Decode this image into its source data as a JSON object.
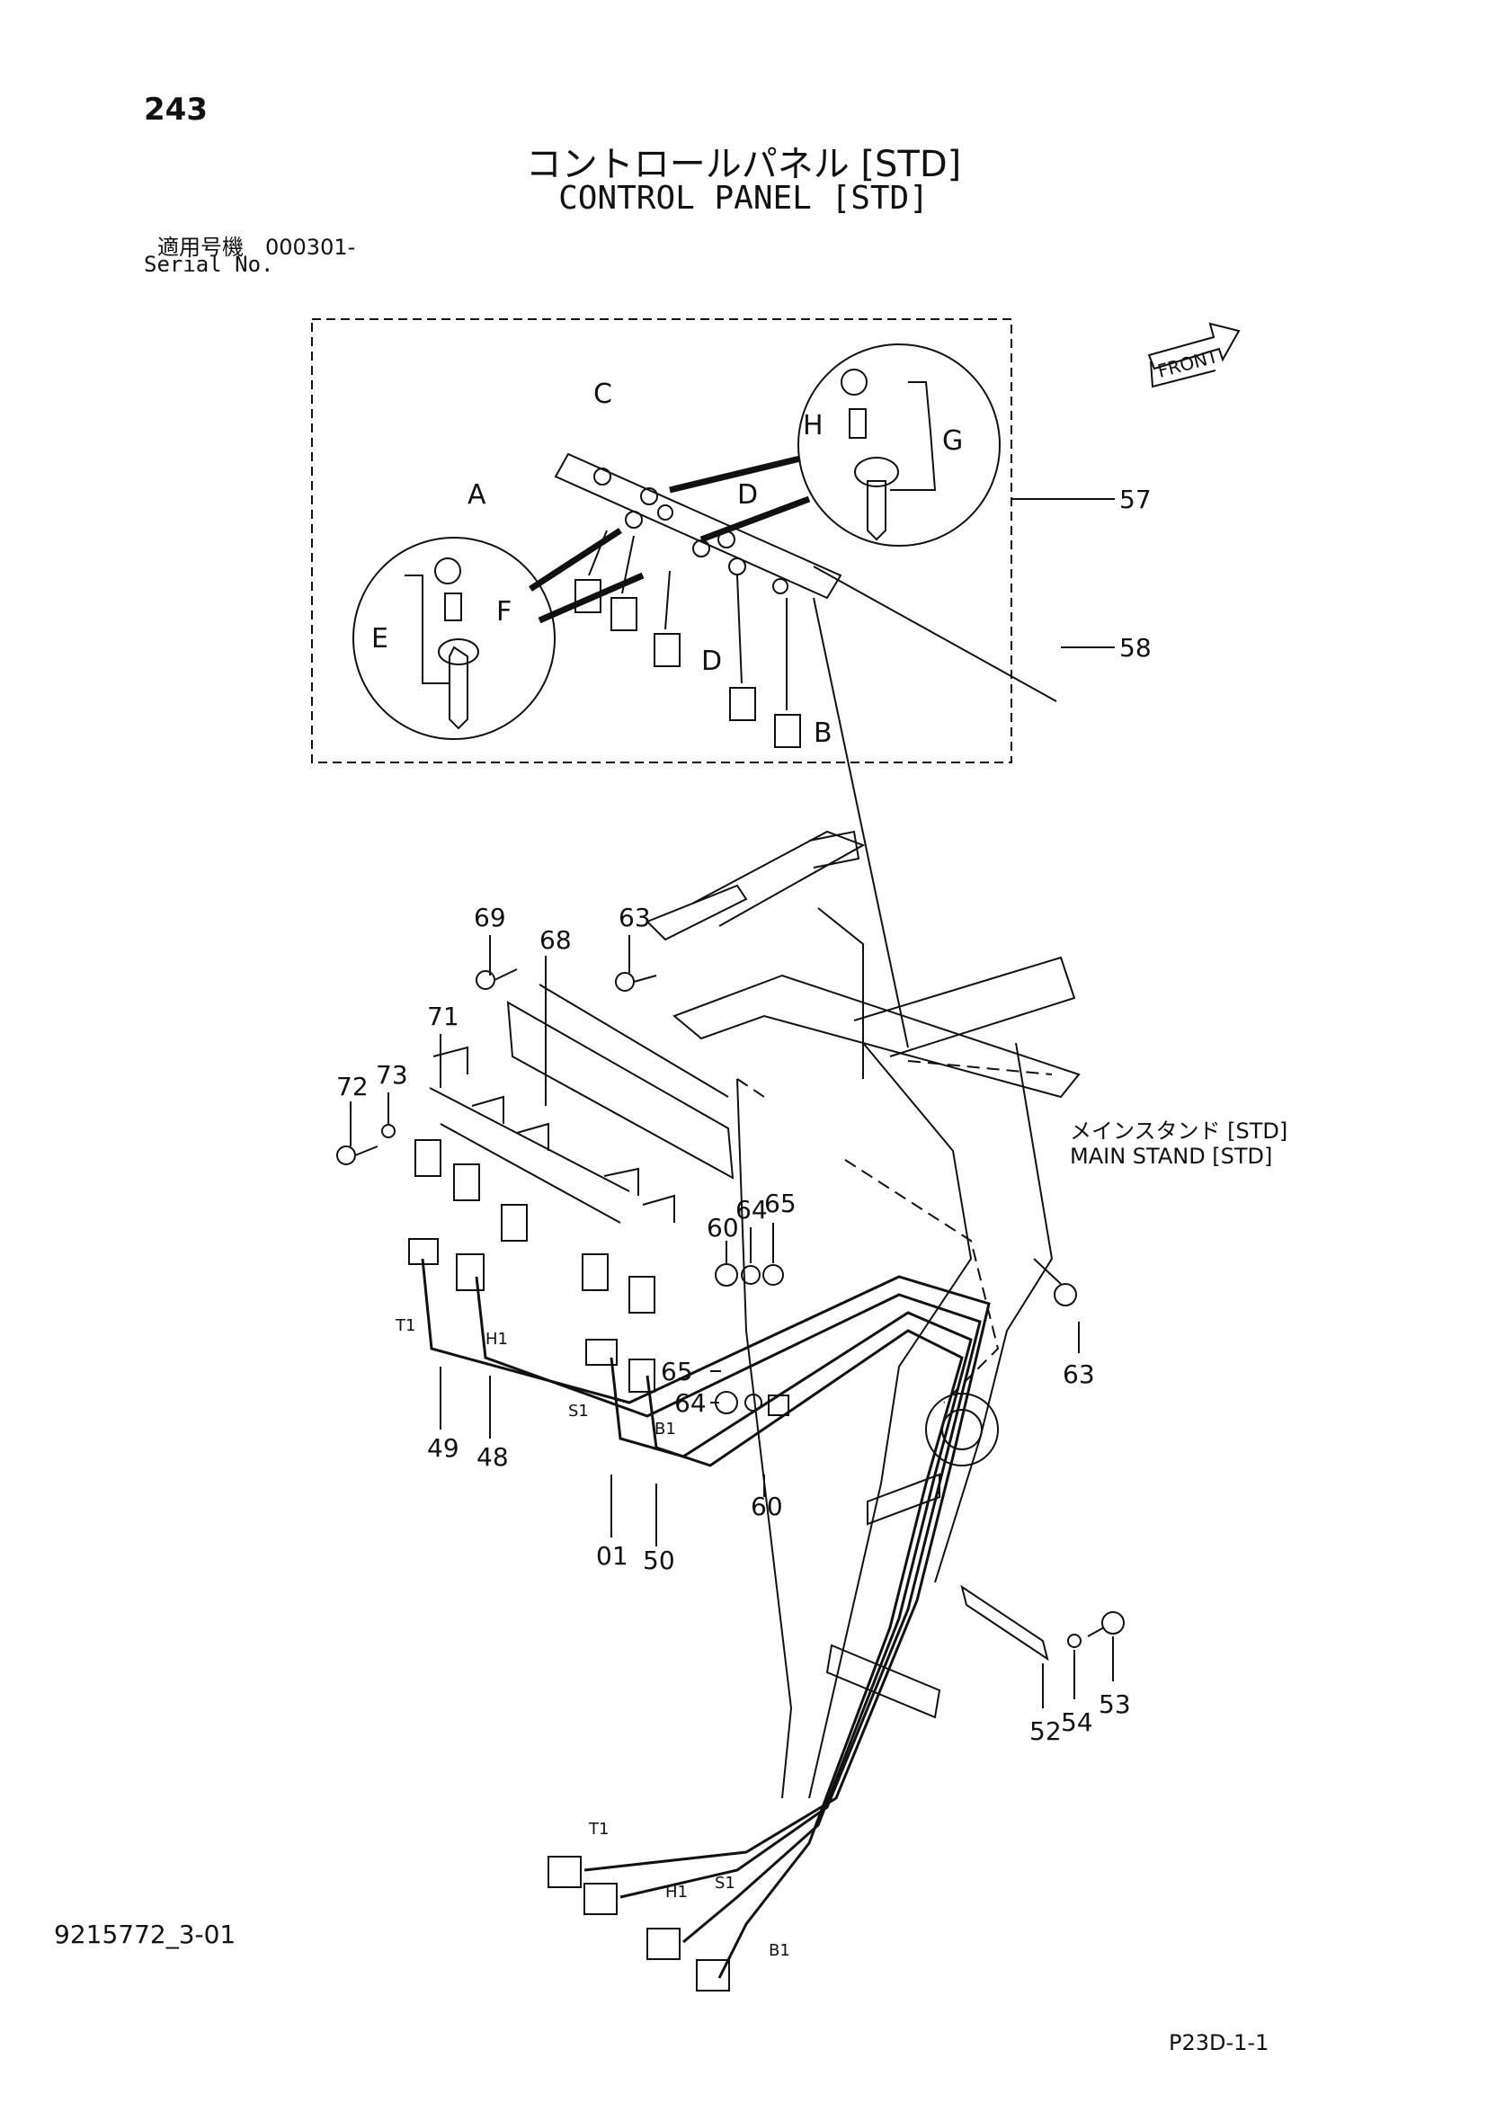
{
  "page_number": "243",
  "title_jp": "コントロールパネル [STD]",
  "title_en": "CONTROL PANEL [STD]",
  "serial_label_jp": "適用号機　000301-",
  "serial_label_en": "Serial No.",
  "front_label": "FRONT",
  "main_stand_jp": "メインスタンド [STD]",
  "main_stand_en": "MAIN STAND [STD]",
  "doc_number": "9215772_3-01",
  "page_ref": "P23D-1-1",
  "detail_labels": [
    "A",
    "B",
    "C",
    "D",
    "D",
    "E",
    "F",
    "G",
    "H"
  ],
  "part_numbers": [
    "57",
    "58",
    "69",
    "68",
    "63",
    "71",
    "73",
    "72",
    "60",
    "64",
    "65",
    "65",
    "64",
    "63",
    "60",
    "49",
    "48",
    "01",
    "50",
    "52",
    "54",
    "53"
  ],
  "wire_tags": [
    "T1",
    "H1",
    "S1",
    "B1",
    "T1",
    "H1",
    "S1",
    "B1"
  ]
}
